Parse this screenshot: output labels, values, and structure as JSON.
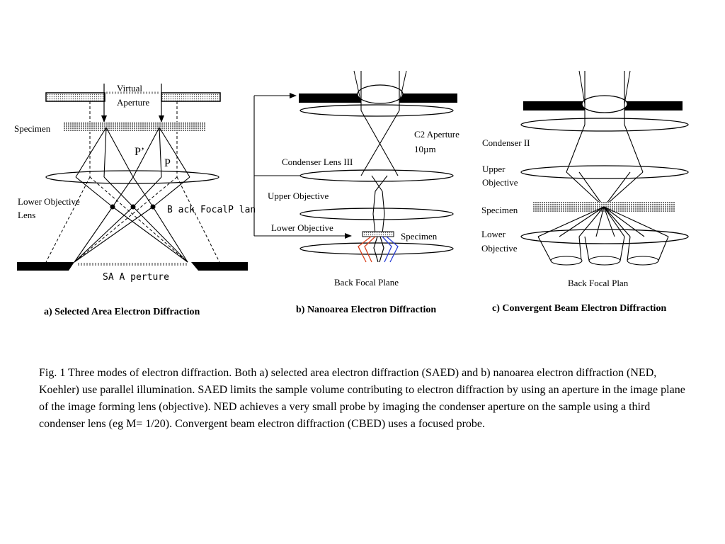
{
  "panel_a": {
    "virtual_aperture_line1": "Virtual",
    "virtual_aperture_line2": "Aperture",
    "specimen": "Specimen",
    "p_prime": "P’",
    "p": "P",
    "lower_objective_line1": "Lower Objective",
    "lower_objective_line2": "Lens",
    "back_focal_plan": "B ack FocalP lan",
    "sa_aperture": "SA  A perture",
    "title": "a) Selected Area Electron Diffraction"
  },
  "panel_b": {
    "c2_aperture_line1": "C2 Aperture",
    "c2_aperture_line2": "10µm",
    "condenser_lens_iii": "Condenser Lens III",
    "upper_objective": "Upper Objective",
    "lower_objective": "Lower Objective",
    "specimen": "Specimen",
    "back_focal_plane": "Back Focal Plane",
    "title": "b) Nanoarea Electron Diffraction"
  },
  "panel_c": {
    "condenser_ii": "Condenser II",
    "upper_objective_line1": "Upper",
    "upper_objective_line2": "Objective",
    "specimen": "Specimen",
    "lower_objective_line1": "Lower",
    "lower_objective_line2": "Objective",
    "back_focal_plan": "Back Focal Plan",
    "title": "c) Convergent Beam Electron Diffraction"
  },
  "caption": "Fig. 1 Three modes of electron diffraction. Both a) selected area electron diffraction (SAED) and b) nanoarea electron diffraction (NED, Koehler) use parallel illumination. SAED limits the sample volume contributing to electron diffraction by using an aperture in the image plane of the image forming lens (objective). NED achieves a very small probe by imaging the condenser aperture on the sample using a third condenser lens (eg M= 1/20). Convergent beam electron diffraction (CBED) uses a focused probe.",
  "colors": {
    "ray_red": "#d9411e",
    "ray_blue": "#2b3fd6",
    "plate": "#000000"
  }
}
